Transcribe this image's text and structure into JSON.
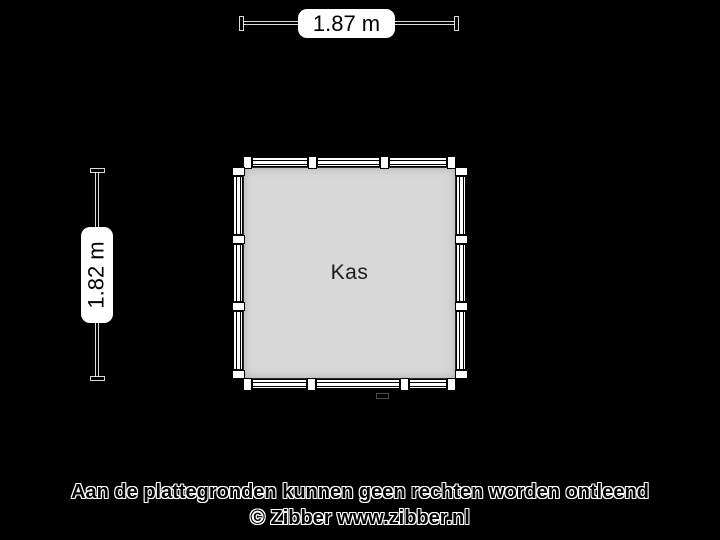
{
  "plan": {
    "room_label": "Kas",
    "dimensions": {
      "width_label": "1.87 m",
      "height_label": "1.82 m"
    }
  },
  "footer": {
    "disclaimer": "Aan de plattegronden kunnen geen rechten worden ontleend",
    "credit": "© Zibber www.zibber.nl"
  },
  "colors": {
    "background": "#000000",
    "floor": "#d8d8d8",
    "wall": "#000000",
    "window": "#ffffff",
    "label_bg": "#ffffff",
    "text": "#000000"
  }
}
